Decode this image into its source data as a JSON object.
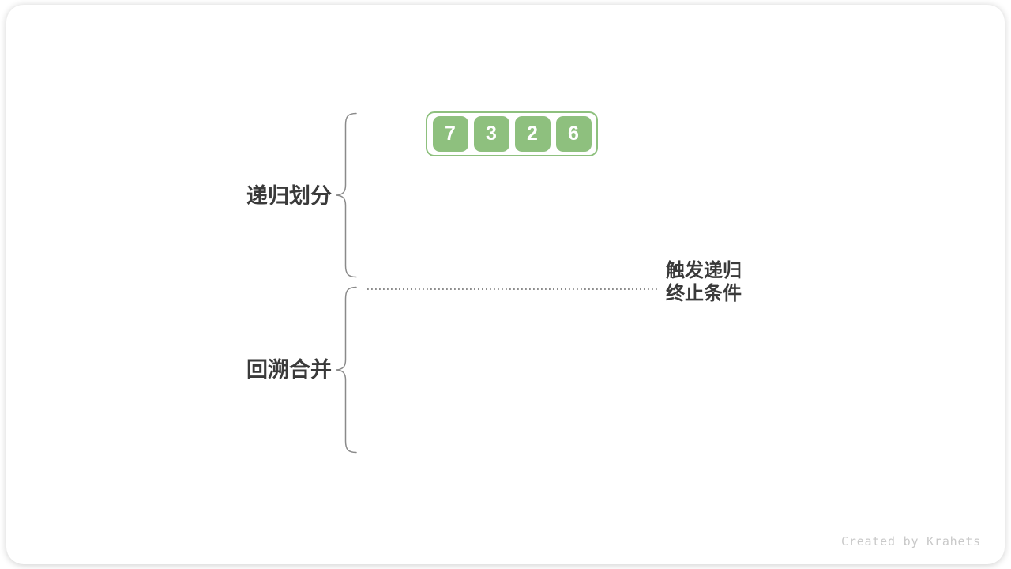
{
  "diagram": {
    "title_context": "merge sort phases",
    "array": {
      "values": [
        "7",
        "3",
        "2",
        "6"
      ]
    },
    "labels": {
      "top_phase": "递归划分",
      "bottom_phase": "回溯合并",
      "terminate_line1": "触发递归",
      "terminate_line2": "终止条件"
    },
    "watermark": "Created by Krahets",
    "colors": {
      "cell_green": "#8EC07E",
      "cell_number_text": "#ffffff",
      "label_text": "#3a3a3a",
      "brace_stroke": "#8a8a8a",
      "dotted_line": "#8c8c8c",
      "watermark_text": "#c9c9c9",
      "card_background": "#ffffff"
    }
  }
}
